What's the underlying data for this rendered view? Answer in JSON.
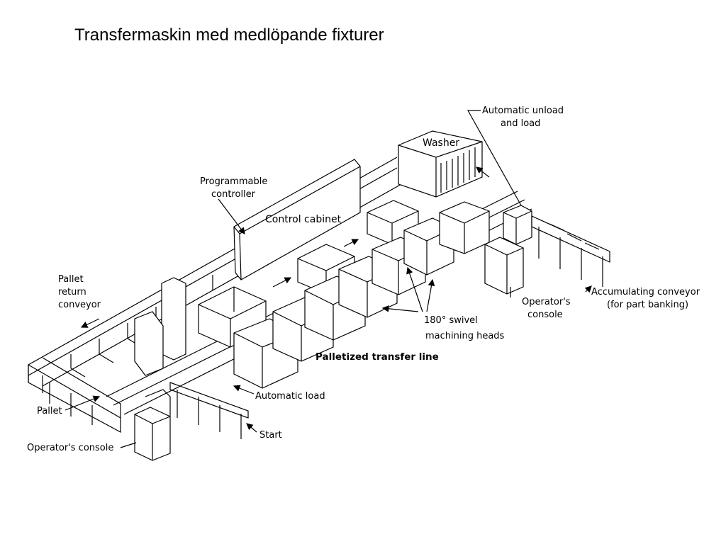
{
  "slide": {
    "title": "Transfermaskin med medlöpande fixturer"
  },
  "labels": {
    "auto_unload_1": "Automatic unload",
    "auto_unload_2": "and load",
    "washer": "Washer",
    "prog_controller_1": "Programmable",
    "prog_controller_2": "controller",
    "control_cabinet": "Control cabinet",
    "pallet_return_1": "Pallet",
    "pallet_return_2": "return",
    "pallet_return_3": "conveyor",
    "swivel_1": "180° swivel",
    "swivel_2": "machining heads",
    "operator_console_right_1": "Operator's",
    "operator_console_right_2": "console",
    "accumulating_1": "Accumulating conveyor",
    "accumulating_2": "(for part banking)",
    "palletized_line": "Palletized transfer line",
    "automatic_load": "Automatic load",
    "pallet": "Pallet",
    "start": "Start",
    "operator_console_left": "Operator's console"
  }
}
